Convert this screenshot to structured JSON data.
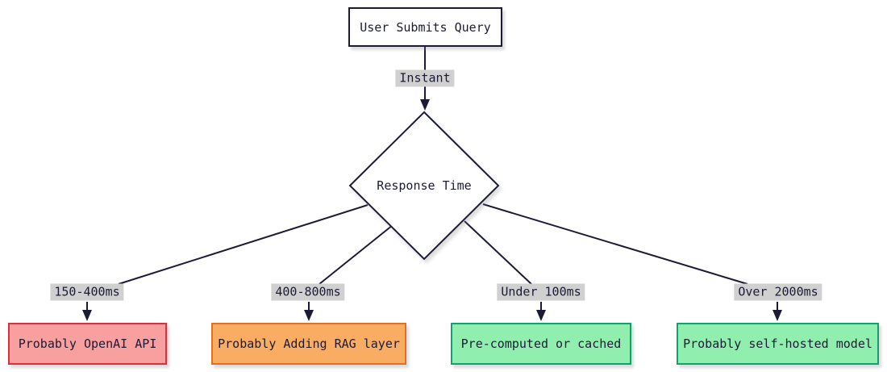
{
  "diagram": {
    "type": "flowchart",
    "background_color": "#ffffff",
    "edge_color": "#1b1b35",
    "edge_label_bg": "#d0d0d0",
    "nodes": {
      "start": {
        "label": "User Submits Query",
        "shape": "rectangle",
        "fill": "#ffffff",
        "border": "#1b1b35"
      },
      "decision": {
        "label": "Response Time",
        "shape": "diamond",
        "fill": "#ffffff",
        "border": "#1b1b35"
      },
      "outcome1": {
        "label": "Probably OpenAI API",
        "shape": "rectangle",
        "fill": "#f89f9f",
        "border": "#dc2f3e"
      },
      "outcome2": {
        "label": "Probably Adding RAG layer",
        "shape": "rectangle",
        "fill": "#f9ad63",
        "border": "#e2711f"
      },
      "outcome3": {
        "label": "Pre-computed or cached",
        "shape": "rectangle",
        "fill": "#90efae",
        "border": "#0fa36b"
      },
      "outcome4": {
        "label": "Probably self-hosted model",
        "shape": "rectangle",
        "fill": "#90efae",
        "border": "#0fa36b"
      }
    },
    "edges": {
      "start_to_decision": {
        "from": "start",
        "to": "decision",
        "label": "Instant"
      },
      "decision_to_outcome1": {
        "from": "decision",
        "to": "outcome1",
        "label": "150-400ms"
      },
      "decision_to_outcome2": {
        "from": "decision",
        "to": "outcome2",
        "label": "400-800ms"
      },
      "decision_to_outcome3": {
        "from": "decision",
        "to": "outcome3",
        "label": "Under 100ms"
      },
      "decision_to_outcome4": {
        "from": "decision",
        "to": "outcome4",
        "label": "Over 2000ms"
      }
    }
  }
}
